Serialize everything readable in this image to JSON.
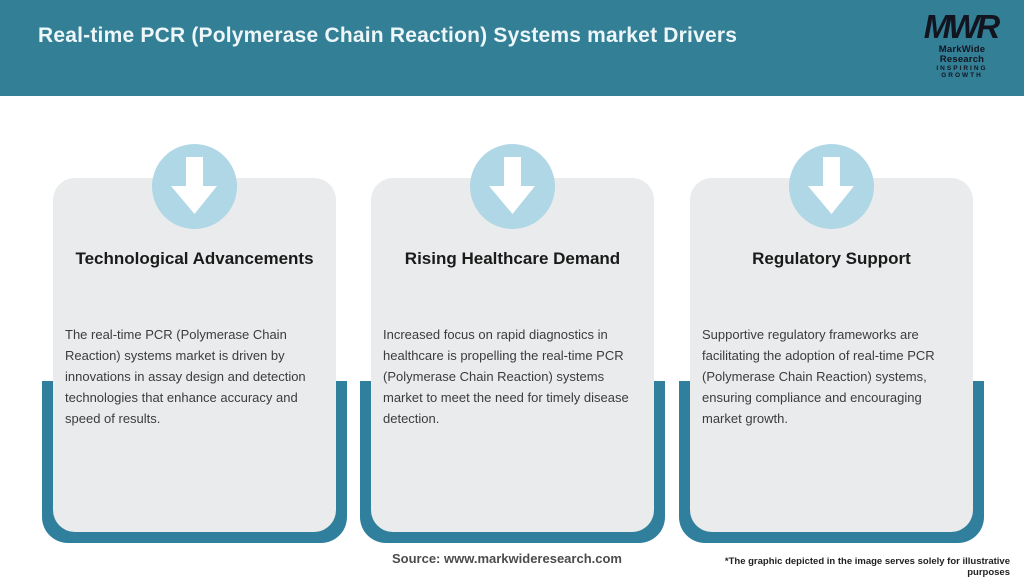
{
  "header": {
    "title": "Real-time PCR (Polymerase Chain Reaction) Systems market Drivers",
    "logo": {
      "monogram": "MWR",
      "name": "MarkWide Research",
      "tagline": "INSPIRING GROWTH"
    }
  },
  "cards": [
    {
      "icon": "down-arrow-icon",
      "title": "Technological Advancements",
      "body": "The real-time PCR (Polymerase Chain Reaction) systems market is driven by innovations in assay design and detection technologies that enhance accuracy and speed of results."
    },
    {
      "icon": "down-arrow-icon",
      "title": "Rising Healthcare Demand",
      "body": "Increased focus on rapid diagnostics in healthcare is propelling the real-time PCR (Polymerase Chain Reaction) systems market to meet the need for timely disease detection."
    },
    {
      "icon": "down-arrow-icon",
      "title": "Regulatory Support",
      "body": "Supportive regulatory frameworks are facilitating the adoption of real-time PCR (Polymerase Chain Reaction) systems, ensuring compliance and encouraging market growth."
    }
  ],
  "footer": {
    "source": "Source: www.markwideresearch.com",
    "disclaimer": "*The graphic depicted in the image serves solely for illustrative purposes"
  },
  "colors": {
    "header_teal": "#337F96",
    "frame_teal": "#30809D",
    "circle_blue": "#AFD7E5",
    "card_gray": "#E9EBEC"
  }
}
